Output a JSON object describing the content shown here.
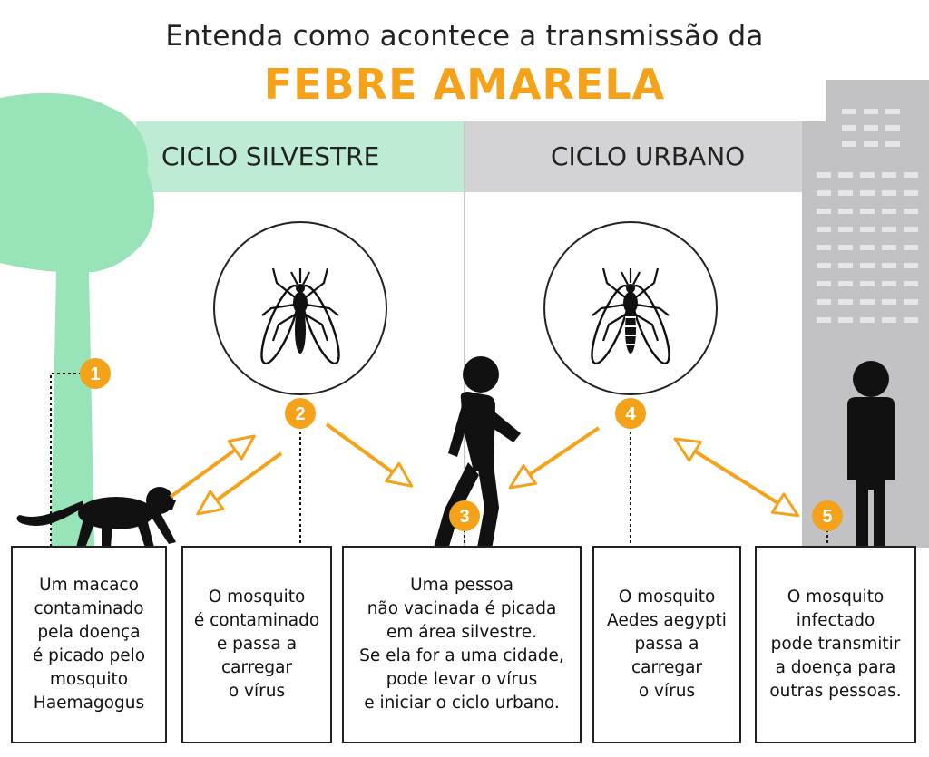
{
  "header": {
    "subtitle": "Entenda como acontece a transmissão da",
    "title": "FEBRE AMARELA"
  },
  "cycles": {
    "silvestre": "CICLO SILVESTRE",
    "urbano": "CICLO URBANO"
  },
  "steps": [
    {
      "number": "1",
      "lines": [
        "Um macaco",
        "contaminado",
        "pela doença",
        "é picado pelo",
        "mosquito",
        "Haemagogus"
      ]
    },
    {
      "number": "2",
      "lines": [
        "O mosquito",
        "é contaminado",
        "e passa a",
        "carregar",
        "o vírus"
      ]
    },
    {
      "number": "3",
      "lines": [
        "Uma pessoa",
        "não vacinada é picada",
        "em área silvestre.",
        "Se ela for a uma cidade,",
        "pode levar o vírus",
        "e iniciar o ciclo urbano."
      ]
    },
    {
      "number": "4",
      "lines": [
        "O mosquito",
        "Aedes aegypti",
        "passa a",
        "carregar",
        "o vírus"
      ]
    },
    {
      "number": "5",
      "lines": [
        "O mosquito",
        "infectado",
        "pode transmitir",
        "a doença para",
        "outras pessoas."
      ]
    }
  ],
  "colors": {
    "accent": "#f5a21b",
    "silvestre_band": "#bdebd3",
    "tree": "#99e3b9",
    "urbano_band": "#d3d3d5",
    "building": "#c2c2c4",
    "figure": "#111111"
  },
  "icons": [
    "tree-icon",
    "monkey-icon",
    "mosquito-icon",
    "person-walking-icon",
    "person-standing-icon",
    "building-icon"
  ]
}
